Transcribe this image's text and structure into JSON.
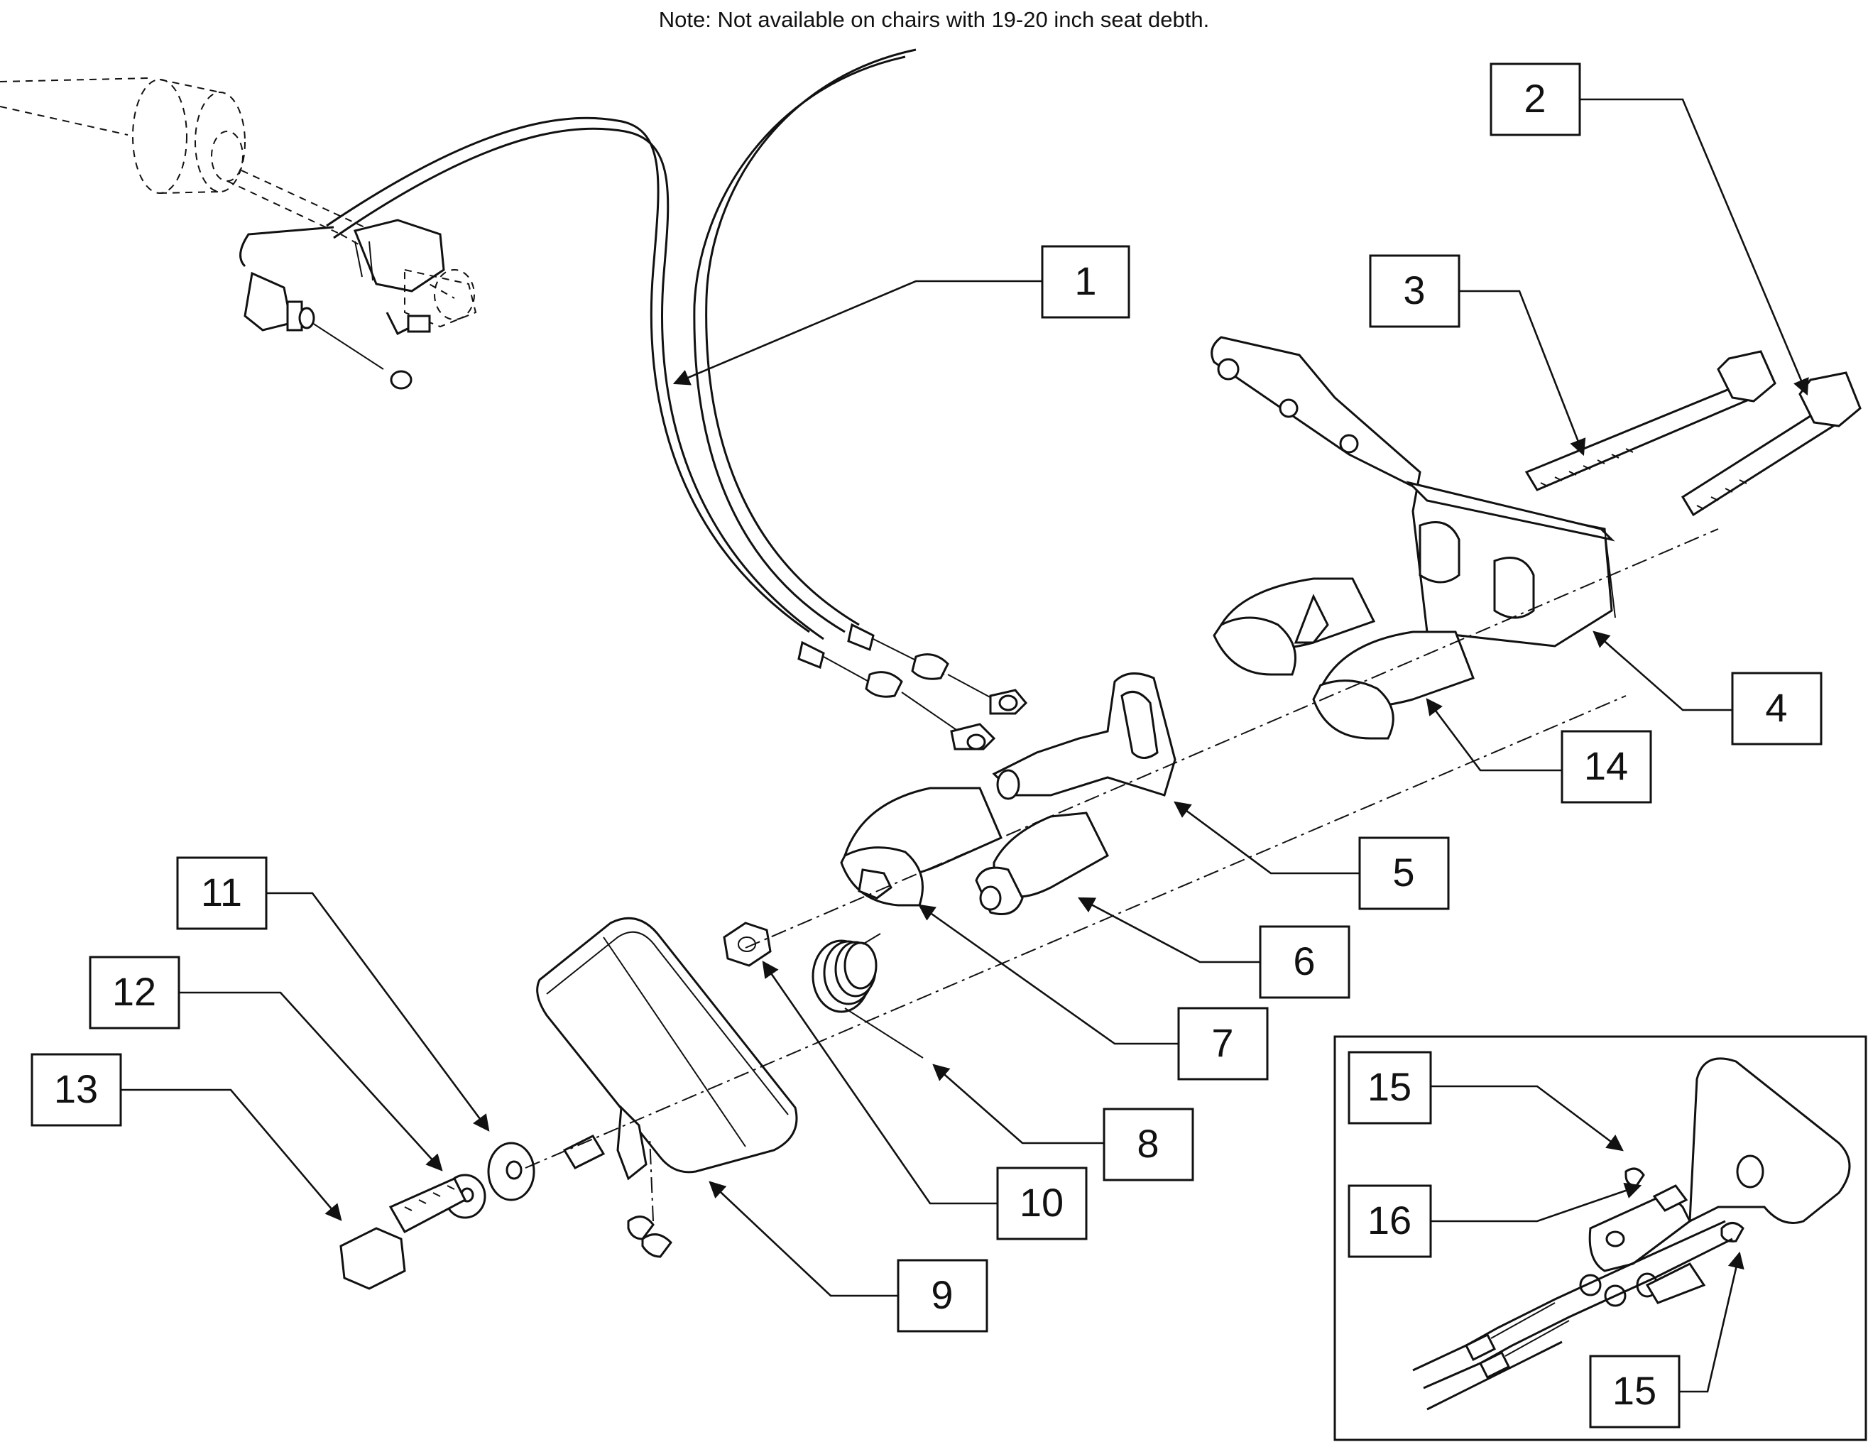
{
  "note": "Note: Not available on chairs with 19-20 inch seat debth.",
  "callouts": [
    {
      "id": "1",
      "label": "1"
    },
    {
      "id": "2",
      "label": "2"
    },
    {
      "id": "3",
      "label": "3"
    },
    {
      "id": "4",
      "label": "4"
    },
    {
      "id": "5",
      "label": "5"
    },
    {
      "id": "6",
      "label": "6"
    },
    {
      "id": "7",
      "label": "7"
    },
    {
      "id": "8",
      "label": "8"
    },
    {
      "id": "9",
      "label": "9"
    },
    {
      "id": "10",
      "label": "10"
    },
    {
      "id": "11",
      "label": "11"
    },
    {
      "id": "12",
      "label": "12"
    },
    {
      "id": "13",
      "label": "13"
    },
    {
      "id": "14",
      "label": "14"
    }
  ],
  "inset_callouts": [
    {
      "id": "15a",
      "label": "15"
    },
    {
      "id": "16",
      "label": "16"
    },
    {
      "id": "15b",
      "label": "15"
    }
  ]
}
